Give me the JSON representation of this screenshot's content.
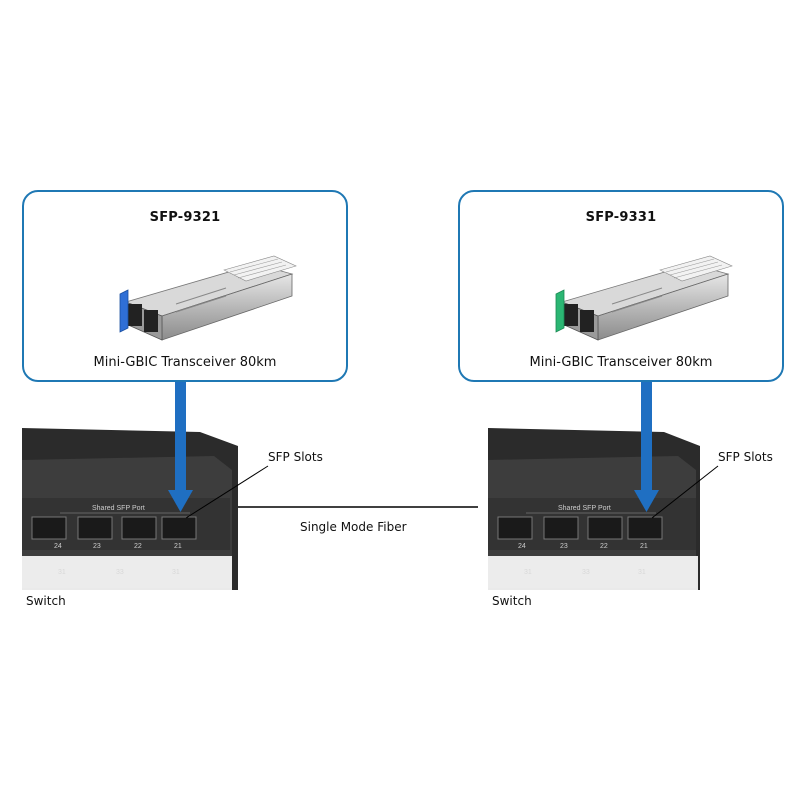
{
  "colors": {
    "card_border": "#1f78b4",
    "arrow": "#1f6fc2",
    "fiber_line": "#000000",
    "latch_left": "#2f6fd6",
    "latch_right": "#2bb673",
    "switch_body": "#2b2b2b",
    "switch_face": "#3d3d3d",
    "port_label": "#cccccc"
  },
  "left": {
    "model": "SFP-9321",
    "caption": "Mini-GBIC Transceiver 80km",
    "latch_icon": "blue-latch-icon",
    "slots_label": "SFP Slots",
    "switch_label": "Switch",
    "port_header": "Shared SFP Port",
    "ports": [
      "24",
      "23",
      "22",
      "21"
    ],
    "bottom_labels": [
      "31",
      "33",
      "31"
    ]
  },
  "right": {
    "model": "SFP-9331",
    "caption": "Mini-GBIC Transceiver 80km",
    "latch_icon": "green-latch-icon",
    "slots_label": "SFP Slots",
    "switch_label": "Switch",
    "port_header": "Shared SFP Port",
    "ports": [
      "24",
      "23",
      "22",
      "21"
    ],
    "bottom_labels": [
      "31",
      "33",
      "31"
    ]
  },
  "link": {
    "label": "Single Mode Fiber"
  }
}
